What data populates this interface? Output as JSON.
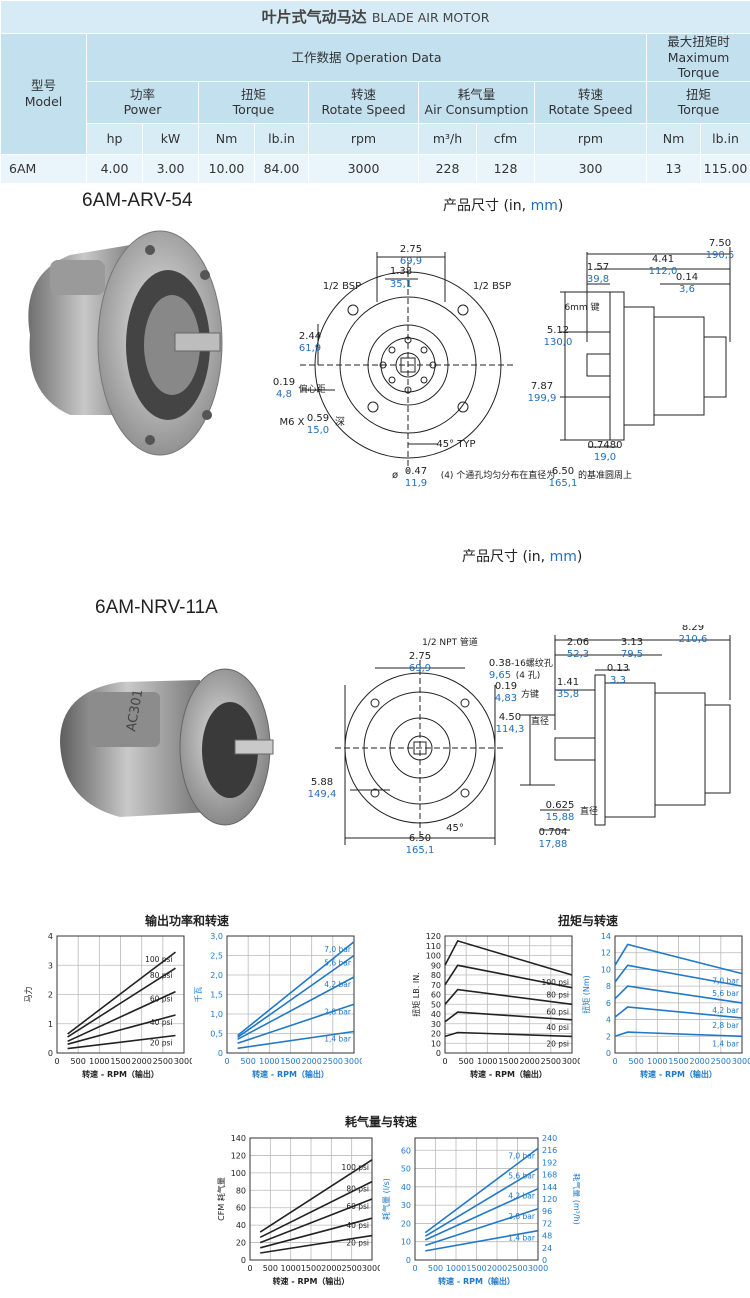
{
  "table": {
    "title_cn": "叶片式气动马达",
    "title_en": "BLADE AIR MOTOR",
    "model_cn": "型号",
    "model_en": "Model",
    "operation": "工作数据 Operation Data",
    "max_torque": "最大扭矩时 Maximum Torque",
    "power_cn": "功率",
    "power_en": "Power",
    "torque_cn": "扭矩",
    "torque_en": "Torque",
    "speed_cn": "转速",
    "speed_en": "Rotate Speed",
    "air_cn": "耗气量",
    "air_en": "Air Consumption",
    "units": [
      "hp",
      "kW",
      "Nm",
      "lb.in",
      "rpm",
      "m³/h",
      "cfm",
      "rpm",
      "Nm",
      "lb.in"
    ],
    "row": [
      "6AM",
      "4.00",
      "3.00",
      "10.00",
      "84.00",
      "3000",
      "228",
      "128",
      "300",
      "13",
      "115.00"
    ]
  },
  "products": [
    {
      "name": "6AM-ARV-54",
      "dim_title_cn": "产品尺寸 (in, ",
      "dim_title_mm": "mm",
      "dim_title_end": ")"
    },
    {
      "name": "6AM-NRV-11A",
      "dim_title_cn": "产品尺寸 (in, ",
      "dim_title_mm": "mm",
      "dim_title_end": ")"
    }
  ],
  "drawing1": {
    "d_275": "2.75",
    "d_699": "69,9",
    "d_138": "1.38",
    "d_351": "35,1",
    "bsp_left": "1/2 BSP",
    "bsp_right": "1/2 BSP",
    "d_244": "2.44",
    "d_619": "61,9",
    "d_019": "0.19",
    "d_48": "4,8",
    "eccentric": "偏心距",
    "m6": "M6 X",
    "d_059": "0.59",
    "d_150": "15,0",
    "deep": "深",
    "typ": "45° TYP",
    "hole_note_a": "ø",
    "d_047": "0.47",
    "d_119": "11,9",
    "hole_note_b": "(4) 个通孔均匀分布在直径为",
    "d_650": "6.50",
    "d_1651": "165,1",
    "hole_note_c": "的基准圆周上",
    "d_157": "1.57",
    "d_398": "39,8",
    "d_441": "4.41",
    "d_1120": "112,0",
    "d_750": "7.50",
    "d_1905": "190,5",
    "d_014": "0.14",
    "d_36": "3,6",
    "key": "6mm 键",
    "d_512": "5.12",
    "d_1300": "130,0",
    "d_787": "7.87",
    "d_1999": "199,9",
    "d_0748": "0.7480",
    "d_190": "19,0"
  },
  "drawing2": {
    "npt": "1/2 NPT 管道",
    "d_275": "2.75",
    "d_699": "69,9",
    "d_038": "0.38",
    "thread": "-16螺纹孔",
    "d_965": "9,65",
    "holes4": "(4 孔)",
    "d_019": "0.19",
    "d_483": "4,83",
    "key": "方键",
    "d_450": "4.50",
    "d_1143": "114,3",
    "dia": "直径",
    "d_588": "5.88",
    "d_1494": "149,4",
    "d_650": "6.50",
    "d_1651": "165,1",
    "deg45": "45°",
    "d_206": "2.06",
    "d_523": "52,3",
    "d_313": "3.13",
    "d_795": "79,5",
    "d_829": "8.29",
    "d_2106": "210,6",
    "d_013": "0.13",
    "d_33": "3,3",
    "d_141": "1.41",
    "d_358": "35,8",
    "d_0625": "0.625",
    "d_1588": "15,88",
    "dia2": "直径",
    "d_0704": "0.704",
    "d_1788": "17,88"
  },
  "chart_titles": {
    "power": "输出功率和转速",
    "torque": "扭矩与转速",
    "air": "耗气量与转速"
  },
  "chart_data": [
    {
      "type": "line",
      "id": "power_imp",
      "color": "#222222",
      "ylabel": "马力",
      "xlabel": "转速 - RPM（输出）",
      "xlim": [
        0,
        3000
      ],
      "ylim": [
        0,
        4
      ],
      "xticks": [
        0,
        500,
        1000,
        1500,
        2000,
        2500,
        3000
      ],
      "yticks": [
        0,
        1,
        2,
        3,
        4
      ],
      "ytick_labels": [
        "0",
        "1",
        "2",
        "3",
        "4"
      ],
      "series": [
        {
          "name": "100 psi",
          "x": [
            250,
            2800
          ],
          "y": [
            0.65,
            3.45
          ]
        },
        {
          "name": "80 psi",
          "x": [
            250,
            2800
          ],
          "y": [
            0.55,
            2.9
          ]
        },
        {
          "name": "60 psi",
          "x": [
            250,
            2800
          ],
          "y": [
            0.4,
            2.1
          ]
        },
        {
          "name": "40 psi",
          "x": [
            250,
            2800
          ],
          "y": [
            0.3,
            1.3
          ]
        },
        {
          "name": "20 psi",
          "x": [
            250,
            2800
          ],
          "y": [
            0.15,
            0.6
          ]
        }
      ]
    },
    {
      "type": "line",
      "id": "power_met",
      "color": "#1f78c8",
      "ylabel": "千瓦",
      "xlabel": "转速 - RPM（输出）",
      "xlim": [
        0,
        3000
      ],
      "ylim": [
        0,
        3
      ],
      "xticks": [
        0,
        500,
        1000,
        1500,
        2000,
        2500,
        3000
      ],
      "yticks": [
        0,
        0.5,
        1,
        1.5,
        2,
        2.5,
        3
      ],
      "ytick_labels": [
        "0",
        "0,5",
        "1,0",
        "1,5",
        "2,0",
        "2,5",
        "3,0"
      ],
      "series": [
        {
          "name": "7,0 bar",
          "x": [
            250,
            3000
          ],
          "y": [
            0.45,
            2.85
          ]
        },
        {
          "name": "5,6 bar",
          "x": [
            250,
            3000
          ],
          "y": [
            0.4,
            2.5
          ]
        },
        {
          "name": "4,2 bar",
          "x": [
            250,
            3000
          ],
          "y": [
            0.35,
            1.95
          ]
        },
        {
          "name": "2,8 bar",
          "x": [
            250,
            3000
          ],
          "y": [
            0.25,
            1.25
          ]
        },
        {
          "name": "1,4 bar",
          "x": [
            250,
            3000
          ],
          "y": [
            0.12,
            0.55
          ]
        }
      ]
    },
    {
      "type": "line",
      "id": "torque_imp",
      "color": "#222222",
      "ylabel": "扭矩 LB. IN.",
      "xlabel": "转速 - RPM（输出）",
      "xlim": [
        0,
        3000
      ],
      "ylim": [
        0,
        120
      ],
      "xticks": [
        0,
        500,
        1000,
        1500,
        2000,
        2500,
        3000
      ],
      "yticks": [
        0,
        10,
        20,
        30,
        40,
        50,
        60,
        70,
        80,
        90,
        100,
        110,
        120
      ],
      "ytick_labels": [
        "0",
        "10",
        "20",
        "30",
        "40",
        "50",
        "60",
        "70",
        "80",
        "90",
        "100",
        "110",
        "120"
      ],
      "series": [
        {
          "name": "100 psi",
          "x": [
            0,
            300,
            3000
          ],
          "y": [
            90,
            115,
            80
          ]
        },
        {
          "name": "80 psi",
          "x": [
            0,
            300,
            3000
          ],
          "y": [
            70,
            90,
            67
          ]
        },
        {
          "name": "60 psi",
          "x": [
            0,
            300,
            3000
          ],
          "y": [
            50,
            65,
            50
          ]
        },
        {
          "name": "40 psi",
          "x": [
            0,
            300,
            3000
          ],
          "y": [
            32,
            42,
            34
          ]
        },
        {
          "name": "20 psi",
          "x": [
            0,
            300,
            3000
          ],
          "y": [
            17,
            21,
            17
          ]
        }
      ]
    },
    {
      "type": "line",
      "id": "torque_met",
      "color": "#1f78c8",
      "ylabel": "扭矩 (Nm)",
      "xlabel": "转速 - RPM（输出）",
      "xlim": [
        0,
        3000
      ],
      "ylim": [
        0,
        14
      ],
      "xticks": [
        0,
        500,
        1000,
        1500,
        2000,
        2500,
        3000
      ],
      "yticks": [
        0,
        2,
        4,
        6,
        8,
        10,
        12,
        14
      ],
      "ytick_labels": [
        "0",
        "2",
        "4",
        "6",
        "8",
        "10",
        "12",
        "14"
      ],
      "series": [
        {
          "name": "7,0 bar",
          "x": [
            0,
            300,
            3000
          ],
          "y": [
            10.5,
            13,
            9.5
          ]
        },
        {
          "name": "5,6 bar",
          "x": [
            0,
            300,
            3000
          ],
          "y": [
            8.5,
            10.5,
            8
          ]
        },
        {
          "name": "4,2 bar",
          "x": [
            0,
            300,
            3000
          ],
          "y": [
            6.5,
            8,
            6
          ]
        },
        {
          "name": "2,8 bar",
          "x": [
            0,
            300,
            3000
          ],
          "y": [
            4.3,
            5.5,
            4.2
          ]
        },
        {
          "name": "1,4 bar",
          "x": [
            0,
            300,
            3000
          ],
          "y": [
            2,
            2.5,
            2
          ]
        }
      ]
    },
    {
      "type": "line",
      "id": "air_imp",
      "color": "#222222",
      "ylabel": "CFM 耗气量",
      "xlabel": "转速 - RPM（输出）",
      "xlim": [
        0,
        3000
      ],
      "ylim": [
        0,
        140
      ],
      "xticks": [
        0,
        500,
        1000,
        1500,
        2000,
        2500,
        3000
      ],
      "yticks": [
        0,
        20,
        40,
        60,
        80,
        100,
        120,
        140
      ],
      "ytick_labels": [
        "0",
        "20",
        "40",
        "60",
        "80",
        "100",
        "120",
        "140"
      ],
      "series": [
        {
          "name": "100 psi",
          "x": [
            250,
            3000
          ],
          "y": [
            32,
            115
          ]
        },
        {
          "name": "80 psi",
          "x": [
            250,
            3000
          ],
          "y": [
            26,
            90
          ]
        },
        {
          "name": "60 psi",
          "x": [
            250,
            3000
          ],
          "y": [
            20,
            70
          ]
        },
        {
          "name": "40 psi",
          "x": [
            250,
            3000
          ],
          "y": [
            14,
            48
          ]
        },
        {
          "name": "20 psi",
          "x": [
            250,
            3000
          ],
          "y": [
            8,
            28
          ]
        }
      ]
    },
    {
      "type": "line",
      "id": "air_met",
      "color": "#1f78c8",
      "ylabel": "耗气量 (l/s)",
      "y2label": "耗气量 (m³/h)",
      "xlabel": "转速 - RPM（输出）",
      "xlim": [
        0,
        3000
      ],
      "ylim": [
        0,
        66.7
      ],
      "xticks": [
        0,
        500,
        1000,
        1500,
        2000,
        2500,
        3000
      ],
      "yticks": [
        0,
        10,
        20,
        30,
        40,
        50,
        60
      ],
      "ytick_labels": [
        "0",
        "10",
        "20",
        "30",
        "40",
        "50",
        "60"
      ],
      "y2ticks": [
        "0",
        "24",
        "48",
        "72",
        "96",
        "120",
        "144",
        "168",
        "192",
        "216",
        "240"
      ],
      "series": [
        {
          "name": "7,0 bar",
          "x": [
            250,
            3000
          ],
          "y": [
            15,
            61
          ]
        },
        {
          "name": "5,6 bar",
          "x": [
            250,
            3000
          ],
          "y": [
            13,
            50
          ]
        },
        {
          "name": "4,2 bar",
          "x": [
            250,
            3000
          ],
          "y": [
            11,
            39
          ]
        },
        {
          "name": "2,8 bar",
          "x": [
            250,
            3000
          ],
          "y": [
            8,
            28
          ]
        },
        {
          "name": "1,4 bar",
          "x": [
            250,
            3000
          ],
          "y": [
            5,
            16
          ]
        }
      ]
    }
  ]
}
